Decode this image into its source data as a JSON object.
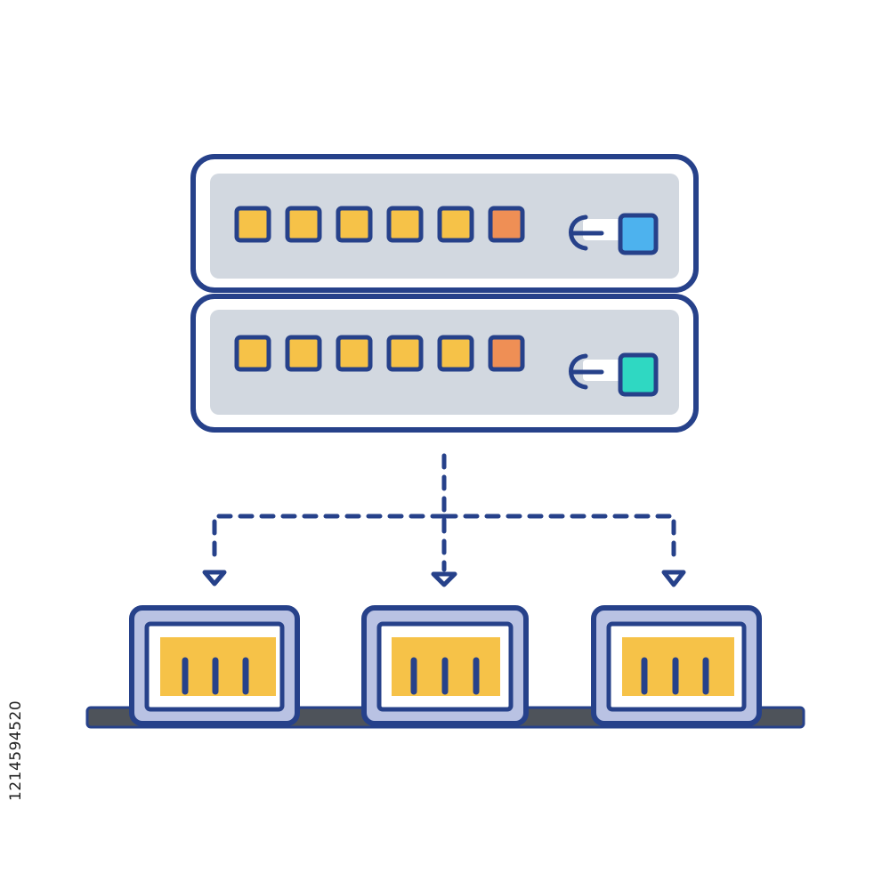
{
  "stock_id": "1214594520",
  "colors": {
    "outline": "#26418a",
    "panel_fill": "#d2d8e0",
    "port_yellow": "#f6c248",
    "port_orange": "#ef8f55",
    "light_blue": "#4db2ee",
    "light_teal": "#2fd8c2",
    "connector_fill": "#b9c2e3",
    "connector_slot": "#f4c252",
    "rail": "#4e535a"
  },
  "servers": [
    {
      "id": "server-top",
      "port_count": 6,
      "status_light": "light_blue",
      "last_port": "port_orange"
    },
    {
      "id": "server-bottom",
      "port_count": 6,
      "status_light": "light_teal",
      "last_port": "port_orange"
    }
  ],
  "connectors": [
    {
      "id": "connector-left",
      "pins": 3
    },
    {
      "id": "connector-middle",
      "pins": 3
    },
    {
      "id": "connector-right",
      "pins": 3
    }
  ],
  "links": [
    {
      "from": "server",
      "to": "connector-left"
    },
    {
      "from": "server",
      "to": "connector-middle"
    },
    {
      "from": "server",
      "to": "connector-right"
    }
  ]
}
